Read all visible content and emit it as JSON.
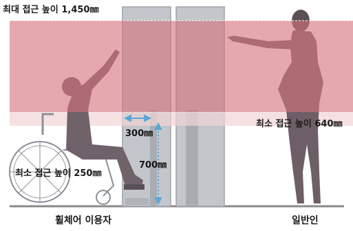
{
  "labels": {
    "max_reach": "최대 접근 높이 1,450㎜",
    "min_reach_standing": "최소 접근 높이 640㎜",
    "min_reach_wheelchair": "최소 접근 높이 250㎜",
    "depth": "300㎜",
    "height": "700㎜"
  },
  "captions": {
    "wheelchair_user": "휠체어 이용자",
    "standing_person": "일반인"
  },
  "colors": {
    "max_band": "#d9888f",
    "min_band": "#e8b7bb",
    "silhouette": "#7d6e74",
    "unit": "#b9bdc2",
    "arrow": "#5aa7d6"
  }
}
